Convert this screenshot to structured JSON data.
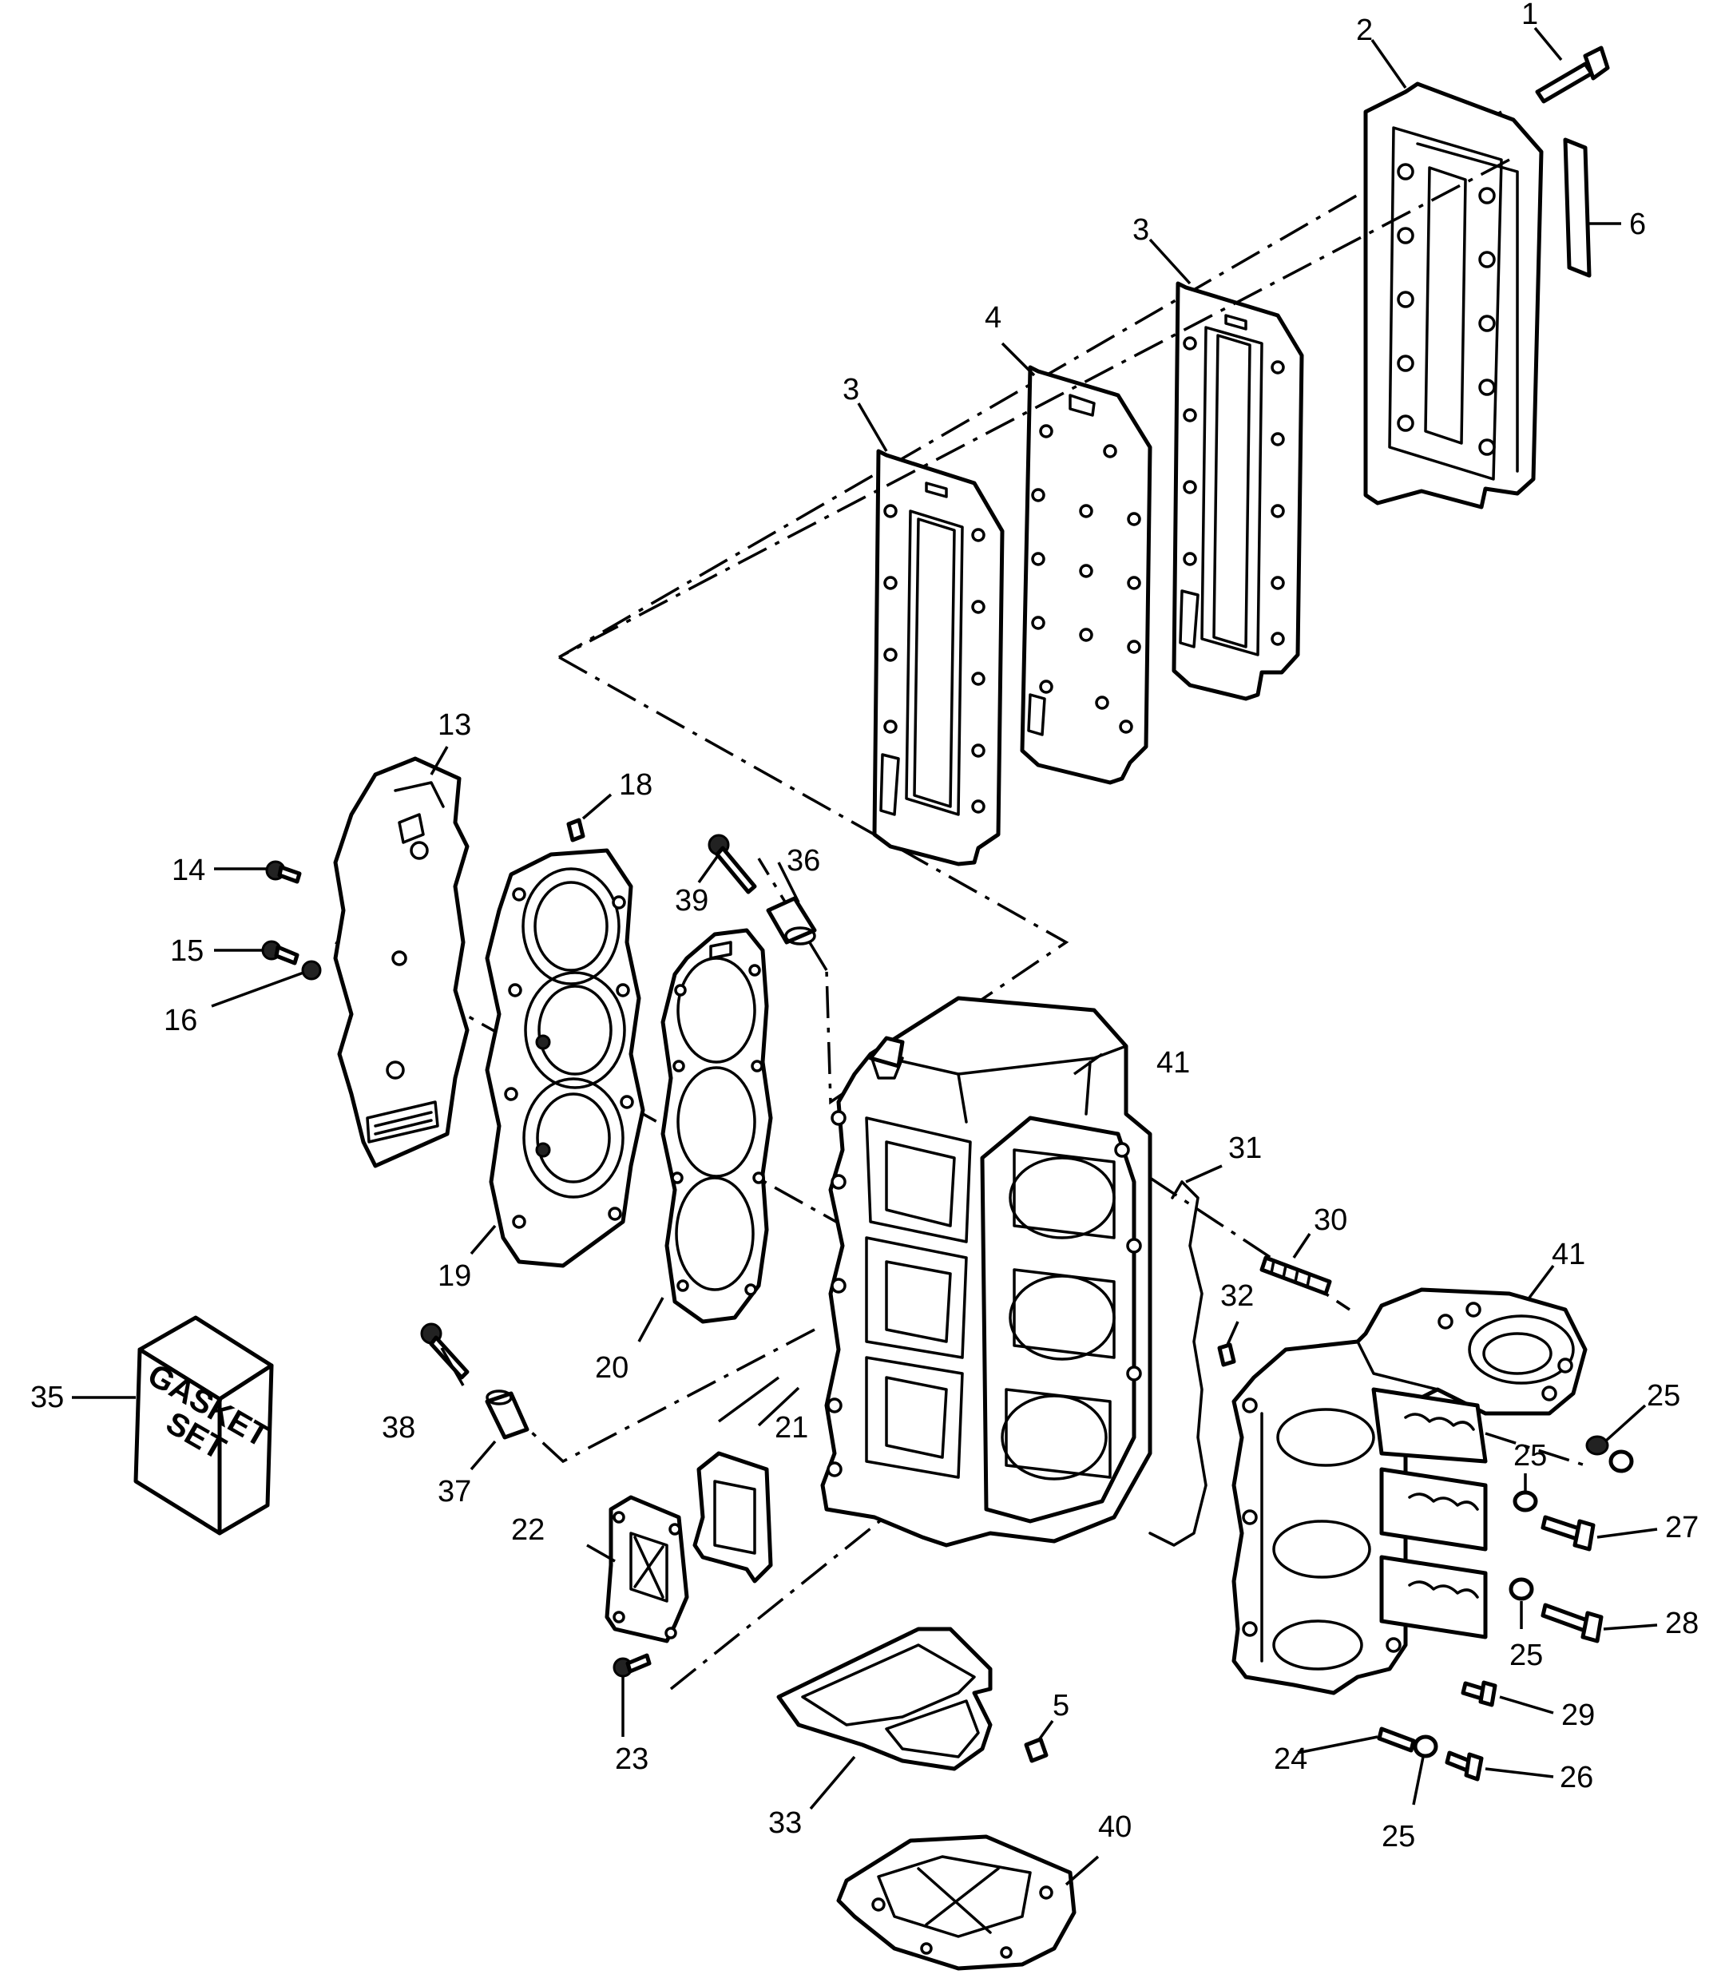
{
  "callouts": [
    {
      "id": "c1",
      "text": "1"
    },
    {
      "id": "c2",
      "text": "2"
    },
    {
      "id": "c3a",
      "text": "3"
    },
    {
      "id": "c3b",
      "text": "3"
    },
    {
      "id": "c4",
      "text": "4"
    },
    {
      "id": "c5",
      "text": "5"
    },
    {
      "id": "c6",
      "text": "6"
    },
    {
      "id": "c13",
      "text": "13"
    },
    {
      "id": "c14",
      "text": "14"
    },
    {
      "id": "c15",
      "text": "15"
    },
    {
      "id": "c16",
      "text": "16"
    },
    {
      "id": "c18",
      "text": "18"
    },
    {
      "id": "c19",
      "text": "19"
    },
    {
      "id": "c20",
      "text": "20"
    },
    {
      "id": "c21",
      "text": "21"
    },
    {
      "id": "c22",
      "text": "22"
    },
    {
      "id": "c23",
      "text": "23"
    },
    {
      "id": "c24",
      "text": "24"
    },
    {
      "id": "c25a",
      "text": "25"
    },
    {
      "id": "c25b",
      "text": "25"
    },
    {
      "id": "c25c",
      "text": "25"
    },
    {
      "id": "c25d",
      "text": "25"
    },
    {
      "id": "c26",
      "text": "26"
    },
    {
      "id": "c27",
      "text": "27"
    },
    {
      "id": "c28",
      "text": "28"
    },
    {
      "id": "c29",
      "text": "29"
    },
    {
      "id": "c30",
      "text": "30"
    },
    {
      "id": "c31",
      "text": "31"
    },
    {
      "id": "c32",
      "text": "32"
    },
    {
      "id": "c33",
      "text": "33"
    },
    {
      "id": "c35",
      "text": "35"
    },
    {
      "id": "c36",
      "text": "36"
    },
    {
      "id": "c37",
      "text": "37"
    },
    {
      "id": "c38",
      "text": "38"
    },
    {
      "id": "c39",
      "text": "39"
    },
    {
      "id": "c40",
      "text": "40"
    },
    {
      "id": "c41a",
      "text": "41"
    },
    {
      "id": "c41b",
      "text": "41"
    }
  ],
  "gasket_box": {
    "line1": "GASKET",
    "line2": "SET"
  }
}
